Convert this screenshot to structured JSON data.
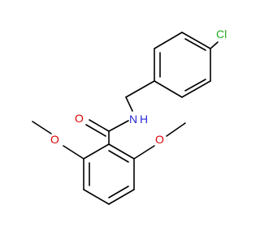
{
  "molecule": {
    "atom_labels": {
      "chlorine": "Cl",
      "amide_nitrogen": "N",
      "amide_hydrogen": "H",
      "carbonyl_oxygen": "O",
      "methoxy_oxygen_left": "O",
      "methoxy_oxygen_right": "O"
    },
    "colors": {
      "bond": "#000000",
      "chlorine": "#1fae1f",
      "nitrogen": "#2a2ad8",
      "oxygen": "#e00000"
    }
  }
}
